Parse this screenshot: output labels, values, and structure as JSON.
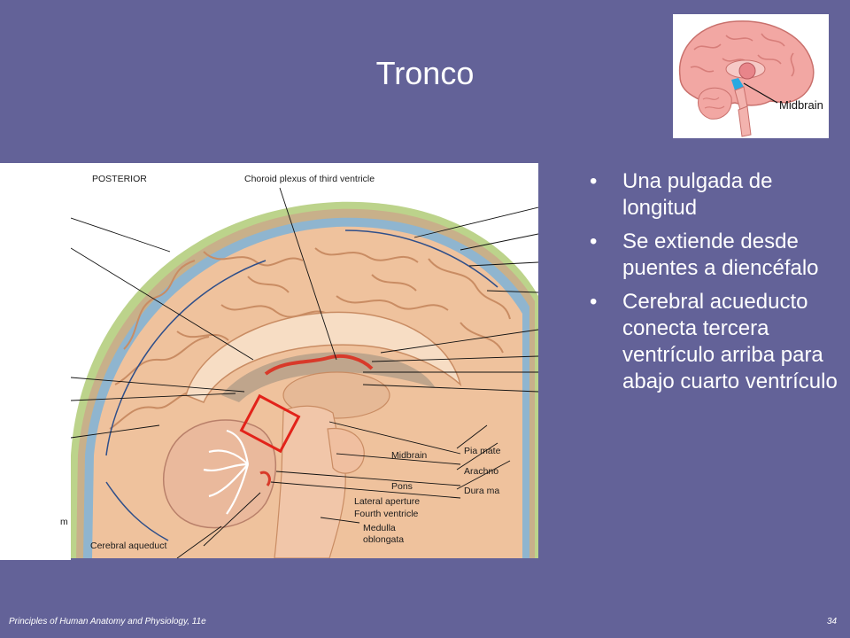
{
  "slide": {
    "title": "Tronco",
    "bullets": [
      "Una pulgada de longitud",
      "Se extiende desde puentes a diencéfalo",
      "Cerebral acueducto conecta tercera ventrículo arriba para abajo cuarto ventrículo"
    ],
    "footer_text": "Principles of Human Anatomy and Physiology, 11e",
    "page_number": "34"
  },
  "thumbnail": {
    "label": "Midbrain"
  },
  "figure": {
    "labels": {
      "posterior": "POSTERIOR",
      "choroid_plexus": "Choroid plexus of third ventricle",
      "midbrain": "Midbrain",
      "pons": "Pons",
      "lateral_aperture": "Lateral aperture",
      "fourth_ventricle": "Fourth ventricle",
      "medulla_line1": "Medulla",
      "medulla_line2": "oblongata",
      "cerebral_aqueduct": "Cerebral aqueduct",
      "pia_mater": "Pia mate",
      "arachnoid": "Arachno",
      "dura_mater": "Dura ma",
      "cut_m": "m"
    }
  },
  "colors": {
    "background": "#636298",
    "text": "#ffffff",
    "highlight_box": "#e2231a"
  }
}
